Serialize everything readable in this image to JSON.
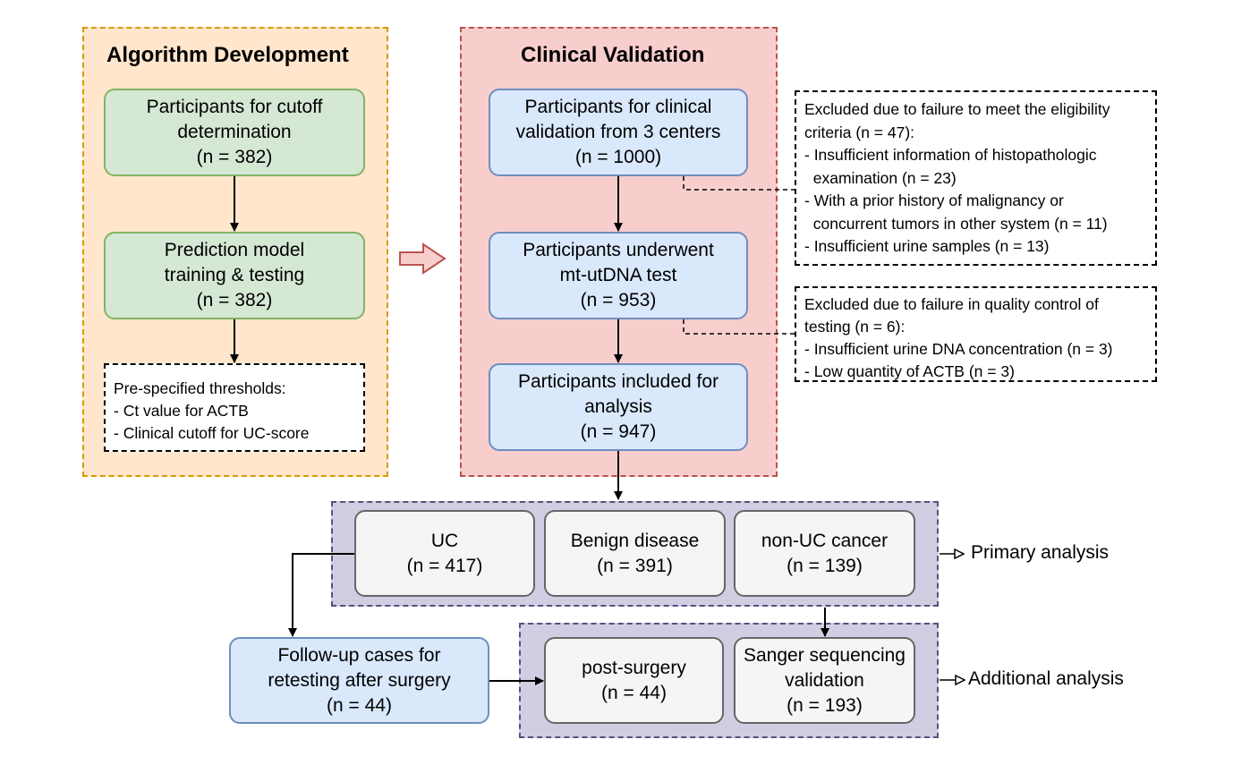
{
  "algorithm_development": {
    "title": "Algorithm Development",
    "box1": [
      "Participants for cutoff",
      "determination",
      "(n = 382)"
    ],
    "box2": [
      "Prediction model",
      "training & testing",
      "(n = 382)"
    ],
    "note": [
      "Pre-specified thresholds:",
      "- Ct value for ACTB",
      "- Clinical cutoff for UC-score"
    ]
  },
  "clinical_validation": {
    "title": "Clinical Validation",
    "box1": [
      "Participants for clinical",
      "validation from 3 centers",
      "(n = 1000)"
    ],
    "box2": [
      "Participants underwent",
      "mt-utDNA test",
      "(n = 953)"
    ],
    "box3": [
      "Participants included for",
      "analysis",
      "(n = 947)"
    ]
  },
  "exclusions": {
    "eligibility": [
      "Excluded due to failure to meet the eligibility",
      "criteria (n = 47):",
      "- Insufficient information of histopathologic",
      "  examination (n = 23)",
      "- With a prior history of malignancy or",
      "  concurrent tumors in other system (n = 11)",
      "- Insufficient urine samples (n = 13)"
    ],
    "quality_control": [
      "Excluded due to failure in quality control of",
      "testing (n = 6):",
      "- Insufficient urine DNA concentration (n = 3)",
      "- Low quantity of ACTB (n = 3)"
    ]
  },
  "primary": {
    "label": "Primary analysis",
    "uc": [
      "UC",
      "(n = 417)"
    ],
    "benign": [
      "Benign disease",
      "(n = 391)"
    ],
    "non_uc": [
      "non-UC cancer",
      "(n = 139)"
    ]
  },
  "followup": [
    "Follow-up cases for",
    "retesting after surgery",
    "(n = 44)"
  ],
  "additional": {
    "label": "Additional analysis",
    "post_surgery": [
      "post-surgery",
      "(n = 44)"
    ],
    "sanger": [
      "Sanger sequencing",
      "validation",
      "(n = 193)"
    ]
  },
  "colors": {
    "algorithm_panel": "#ffe6cc",
    "algorithm_border": "#d79b00",
    "validation_panel": "#f8cecc",
    "validation_border": "#b85450",
    "analysis_panel": "#d0cee2",
    "analysis_border": "#56517e",
    "green_box": "#d5e8d4",
    "blue_box": "#dae8fc",
    "grey_box": "#f5f5f5",
    "transition_arrow": "#f8cecc"
  }
}
